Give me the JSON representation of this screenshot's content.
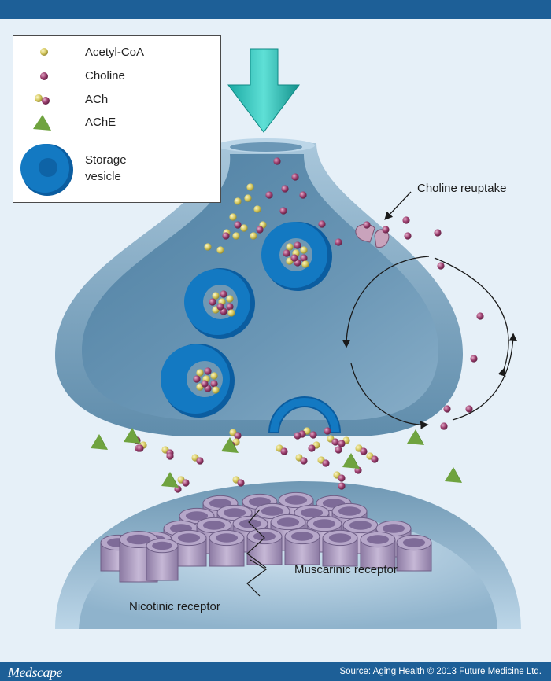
{
  "legend": {
    "items": [
      {
        "label": "Acetyl-CoA",
        "icon": "acetyl-coa-bead-icon"
      },
      {
        "label": "Choline",
        "icon": "choline-bead-icon"
      },
      {
        "label": "ACh",
        "icon": "ach-bead-pair-icon"
      },
      {
        "label": "AChE",
        "icon": "ache-enzyme-icon"
      },
      {
        "label": "Storage",
        "label2": "vesicle",
        "icon": "storage-vesicle-icon"
      }
    ]
  },
  "labels": {
    "reuptake": "Choline reuptake",
    "muscarinic": "Muscarinic receptor",
    "nicotinic": "Nicotinic receptor"
  },
  "footer": {
    "brand": "Medscape",
    "source": "Source: Aging Health © 2013 Future Medicine Ltd."
  },
  "colors": {
    "background": "#e6f0f8",
    "bar": "#1d5f97",
    "terminal": "#6f98b4",
    "vesicle": "#1379c2",
    "acetyl_coa": "#d6c95f",
    "choline": "#9c3e6e",
    "ache": "#6fa33f",
    "arrow": "#27c0ba",
    "receptor": "#a696b8"
  }
}
